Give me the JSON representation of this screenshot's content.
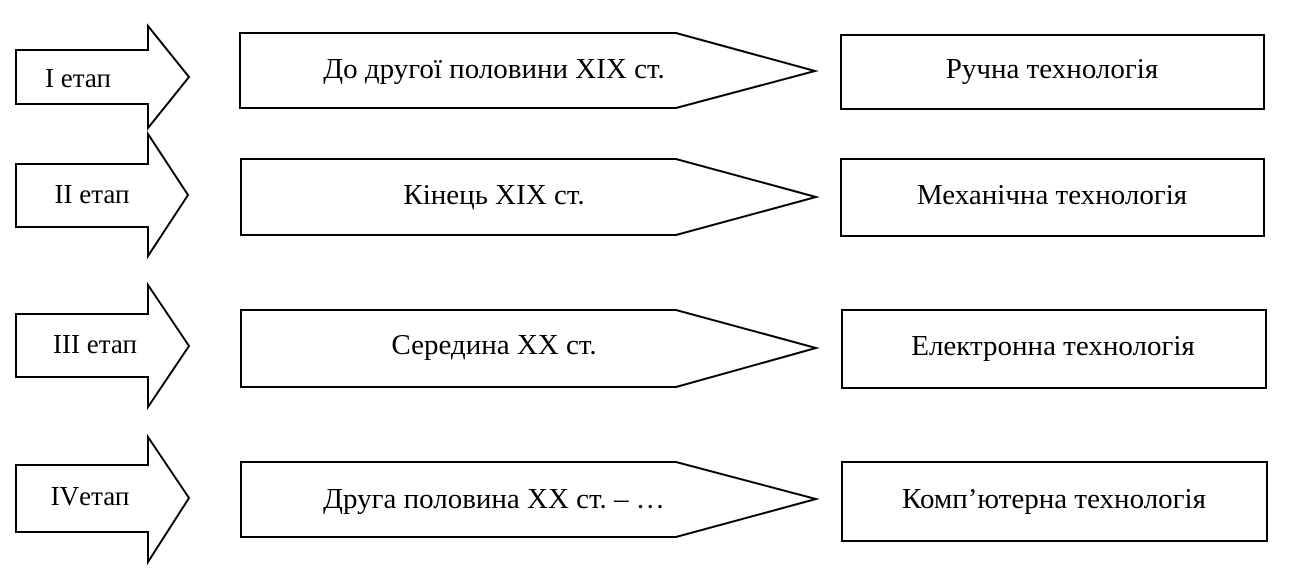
{
  "rows": [
    {
      "stage": "I етап",
      "period": "До другої половини XIX ст.",
      "technology": "Ручна технологія"
    },
    {
      "stage": "II етап",
      "period": "Кінець XIX ст.",
      "technology": "Механічна технологія"
    },
    {
      "stage": "III етап",
      "period": "Середина XX ст.",
      "technology": "Електронна технологія"
    },
    {
      "stage": "IVетап",
      "period": "Друга половина XX ст. – …",
      "technology": "Комп’ютерна технологія"
    }
  ]
}
